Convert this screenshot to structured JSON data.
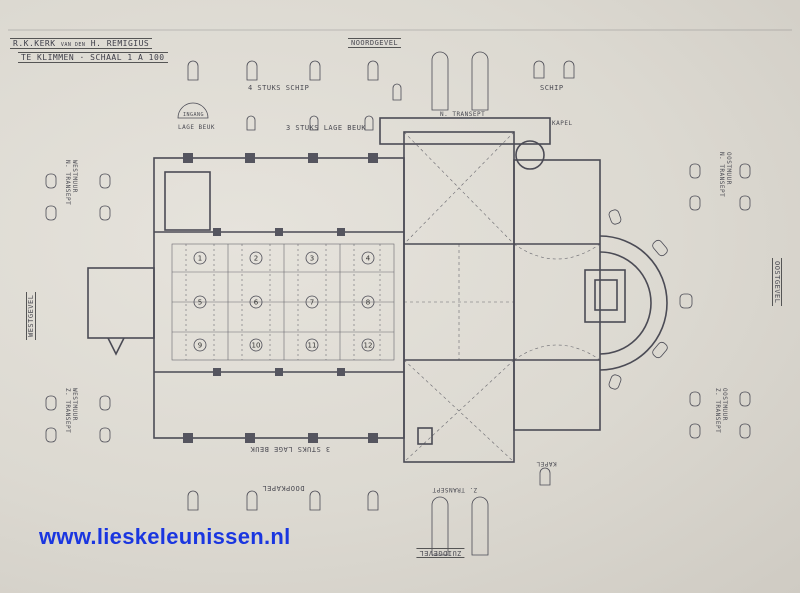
{
  "header": {
    "line1_left": "R.K.KERK",
    "line1_mid": "VAN DEN",
    "line1_right": "H. REMIGIUS",
    "line2_left": "TE KLIMMEN",
    "line2_right": "SCHAAL 1 A 100"
  },
  "elevation_labels": {
    "north": "NOORDGEVEL",
    "south": "ZUIDGEVEL",
    "west": "WESTGEVEL",
    "east": "OOSTGEVEL"
  },
  "detail_labels": {
    "schip_4": "4 STUKS SCHIP",
    "schip_short": "SCHIP",
    "ingang": "INGANG",
    "lage_beuk": "LAGE BEUK",
    "lage_beuk_3": "3 STUKS LAGE BEUK",
    "n_transept": "N. TRANSEPT",
    "kapel_n": "KAPEL",
    "westmuur_n_1": "WESTMUUR",
    "westmuur_n_2": "N. TRANSEPT",
    "westmuur_z_1": "WESTMUUR",
    "westmuur_z_2": "Z. TRANSEPT",
    "oostmuur_n_1": "OOSTMUUR",
    "oostmuur_n_2": "N. TRANSEPT",
    "oostmuur_z_1": "OOSTMUUR",
    "oostmuur_z_2": "Z. TRANSEPT",
    "lage_beuk_z": "3 STUKS LAGE BEUK",
    "doopkapel": "DOOPKAPEL",
    "z_transept": "Z. TRANSEPT",
    "kapel_z": "KAPEL"
  },
  "bay_numbers": [
    "1",
    "2",
    "3",
    "4",
    "5",
    "6",
    "7",
    "8",
    "9",
    "10",
    "11",
    "12"
  ],
  "watermark": "www.lieskeleunissen.nl",
  "colors": {
    "paper": "#dcd9d1",
    "ink": "#4a4a52",
    "watermark": "#1a36e0"
  }
}
